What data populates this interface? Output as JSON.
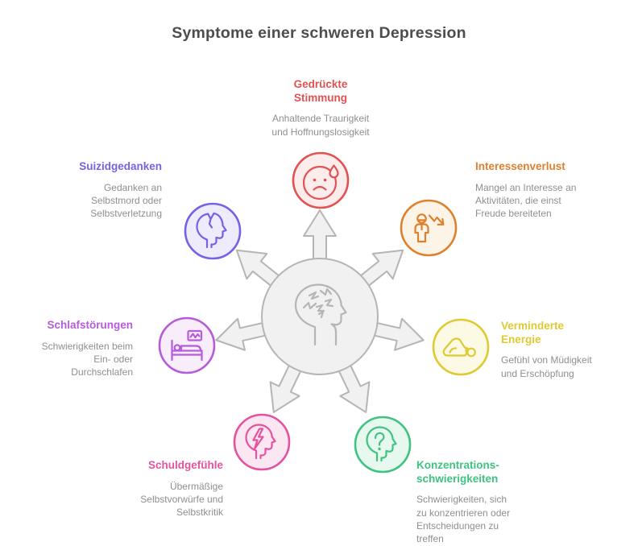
{
  "title": "Symptome einer schweren Depression",
  "center": {
    "icon": "stressed-head-icon",
    "arrow_count": 7,
    "fill": "#f1f1f1",
    "stroke": "#b5b5b5"
  },
  "nodes": [
    {
      "position": "top",
      "label": "Gedrückte\nStimmung",
      "desc": "Anhaltende Traurigkeit\nund Hoffnungslosigkeit",
      "icon": "crying-face-icon",
      "color": "#e15252",
      "fill": "#fcecec"
    },
    {
      "position": "top-right",
      "label": "Interessenverlust",
      "desc": "Mangel an Interesse an\nAktivitäten, die einst\nFreude bereiteten",
      "icon": "person-declining-arrow-icon",
      "color": "#dd812e",
      "fill": "#fdf4e8"
    },
    {
      "position": "right",
      "label": "Verminderte\nEnergie",
      "desc": "Gefühl von Müdigkeit\nund Erschöpfung",
      "icon": "exhausted-person-icon",
      "color": "#e0ca33",
      "fill": "#fcf9e4"
    },
    {
      "position": "bottom-right",
      "label": "Konzentrations-\nschwierigkeiten",
      "desc": "Schwierigkeiten, sich\nzu konzentrieren oder\nEntscheidungen zu\ntreffen",
      "icon": "head-question-mark-icon",
      "color": "#3fc380",
      "fill": "#e7f9ef"
    },
    {
      "position": "bottom-left",
      "label": "Schuldgefühle",
      "desc": "Übermäßige\nSelbstvorwürfe und\nSelbstkritik",
      "icon": "head-lightning-icon",
      "color": "#e4539f",
      "fill": "#fbe7f2"
    },
    {
      "position": "left",
      "label": "Schlafstörungen",
      "desc": "Schwierigkeiten beim\nEin- oder\nDurchschlafen",
      "icon": "bed-icon",
      "color": "#b65bd9",
      "fill": "#f7edfb"
    },
    {
      "position": "top-left",
      "label": "Suizidgedanken",
      "desc": "Gedanken an\nSelbstmord oder\nSelbstverletzung",
      "icon": "broken-head-icon",
      "color": "#7a5fe6",
      "fill": "#eeecfc"
    }
  ],
  "colors": {
    "background": "#ffffff",
    "title_text": "#4d4d4d",
    "desc_text": "#8f8f8f",
    "hub_fill": "#f1f1f1",
    "hub_stroke": "#b5b5b5"
  }
}
